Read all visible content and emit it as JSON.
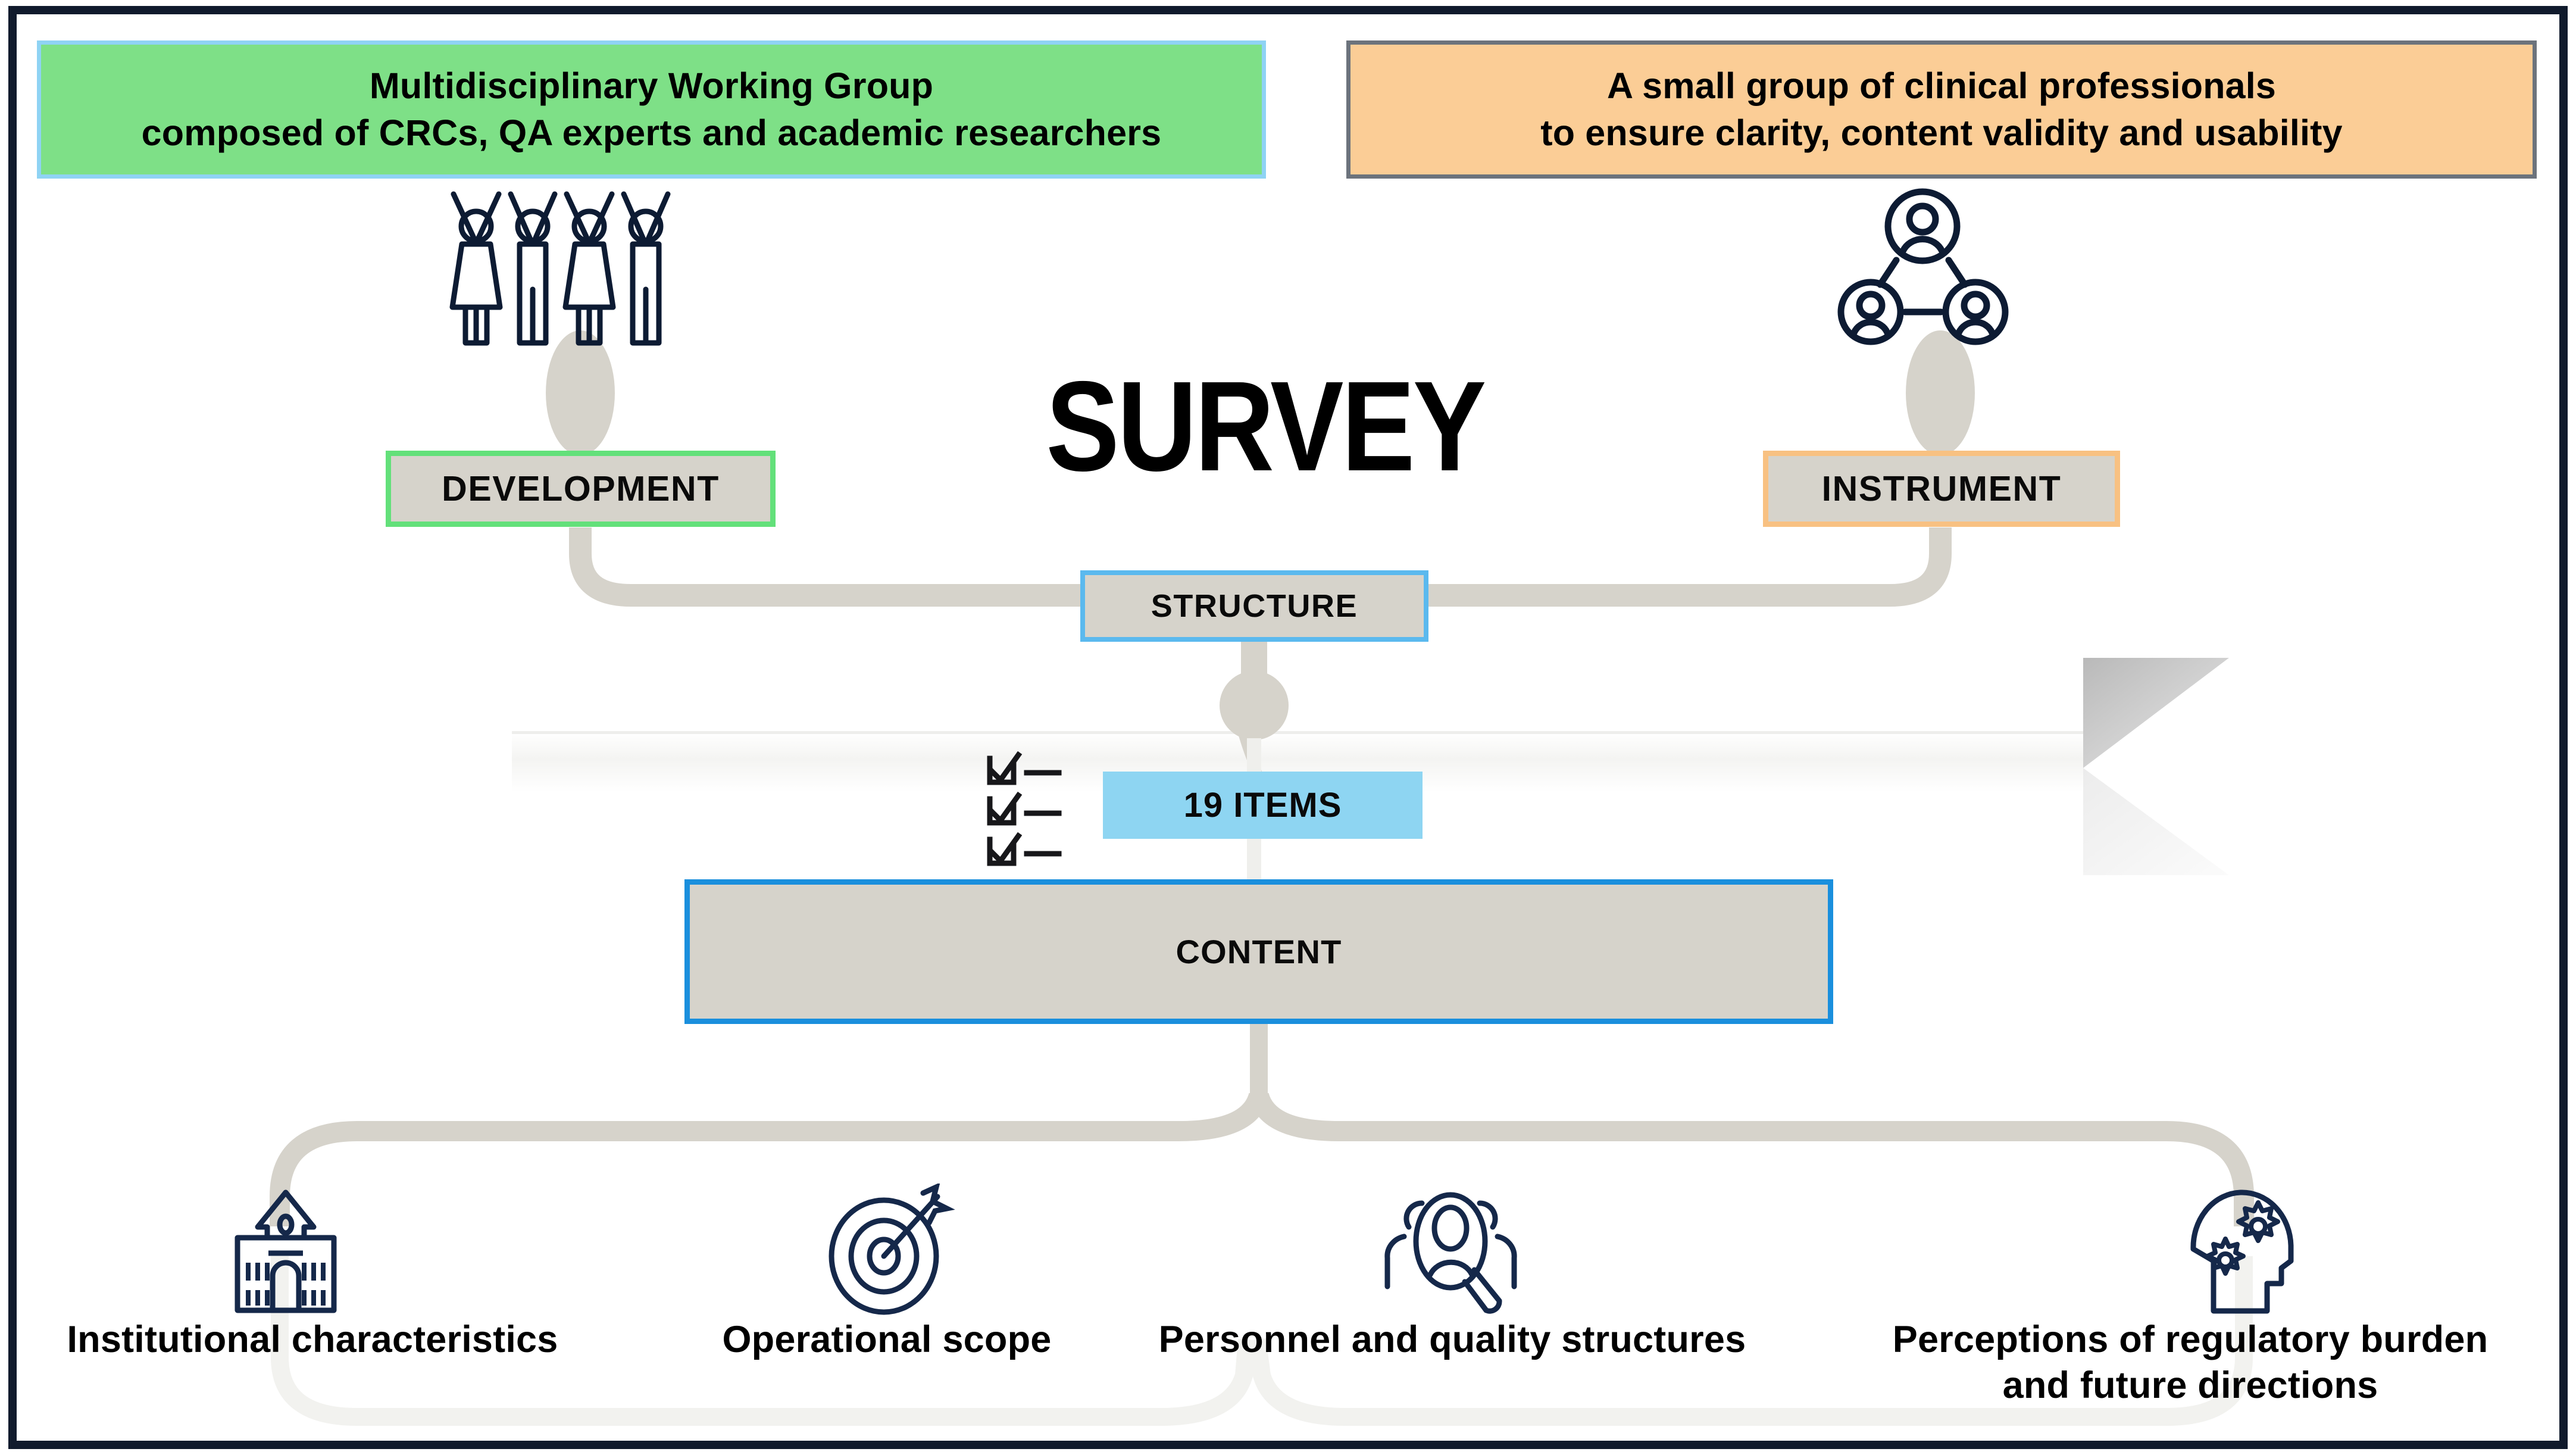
{
  "figure": {
    "title": "SURVEY",
    "frame_color": "#101a2c",
    "connector_color": "#d6d3cb"
  },
  "callouts": [
    {
      "id": "multidisciplinary-working-group",
      "line1": "Multidisciplinary Working Group",
      "line2": "composed of CRCs, QA experts and academic researchers",
      "fill": "#7ee087",
      "border": "#8fd3f4",
      "icon": "four-people-raised-arms-icon"
    },
    {
      "id": "clinical-professionals-panel",
      "line1": "A small group of clinical professionals",
      "line2": "to ensure clarity, content validity and usability",
      "fill": "#fbcd96",
      "border": "#6c737c",
      "icon": "people-network-icon"
    }
  ],
  "chips": {
    "development": {
      "label": "DEVELOPMENT",
      "fill": "#d6d3cb",
      "border": "#63e07a"
    },
    "instrument": {
      "label": "INSTRUMENT",
      "fill": "#d6d3cb",
      "border": "#f8c182"
    },
    "structure": {
      "label": "STRUCTURE",
      "fill": "#d6d3cb",
      "border": "#5bb9ee"
    },
    "items": {
      "label": "19 ITEMS",
      "fill": "#8ed5f2",
      "border": "#8ed5f2"
    },
    "content": {
      "label": "CONTENT",
      "fill": "#d6d3cb",
      "border": "#1a8fdd"
    }
  },
  "categories": [
    {
      "label": "Institutional characteristics",
      "label_line2": "",
      "icon": "institution-building-icon"
    },
    {
      "label": "Operational scope",
      "label_line2": "",
      "icon": "target-arrow-icon"
    },
    {
      "label": "Personnel and quality structures",
      "label_line2": "",
      "icon": "people-magnifier-icon"
    },
    {
      "label": "Perceptions of regulatory burden",
      "label_line2": "and future directions",
      "icon": "head-gears-icon"
    }
  ]
}
